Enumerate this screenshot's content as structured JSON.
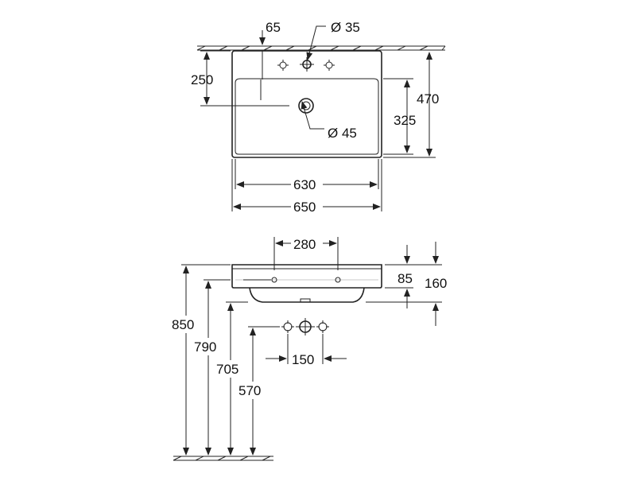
{
  "colors": {
    "line": "#222222",
    "ghost": "#c8c8c8",
    "background": "#ffffff"
  },
  "top_view": {
    "offset_65": "65",
    "tap_hole": "Ø 35",
    "depth_250": "250",
    "outer_depth": "470",
    "bowl_depth": "325",
    "drain": "Ø 45",
    "bowl_width": "630",
    "outer_width": "650"
  },
  "side_view": {
    "tap_spacing_280": "280",
    "rim_85": "85",
    "total_160": "160",
    "height_850": "850",
    "height_790": "790",
    "height_705": "705",
    "height_570": "570",
    "pipe_spacing_150": "150"
  }
}
